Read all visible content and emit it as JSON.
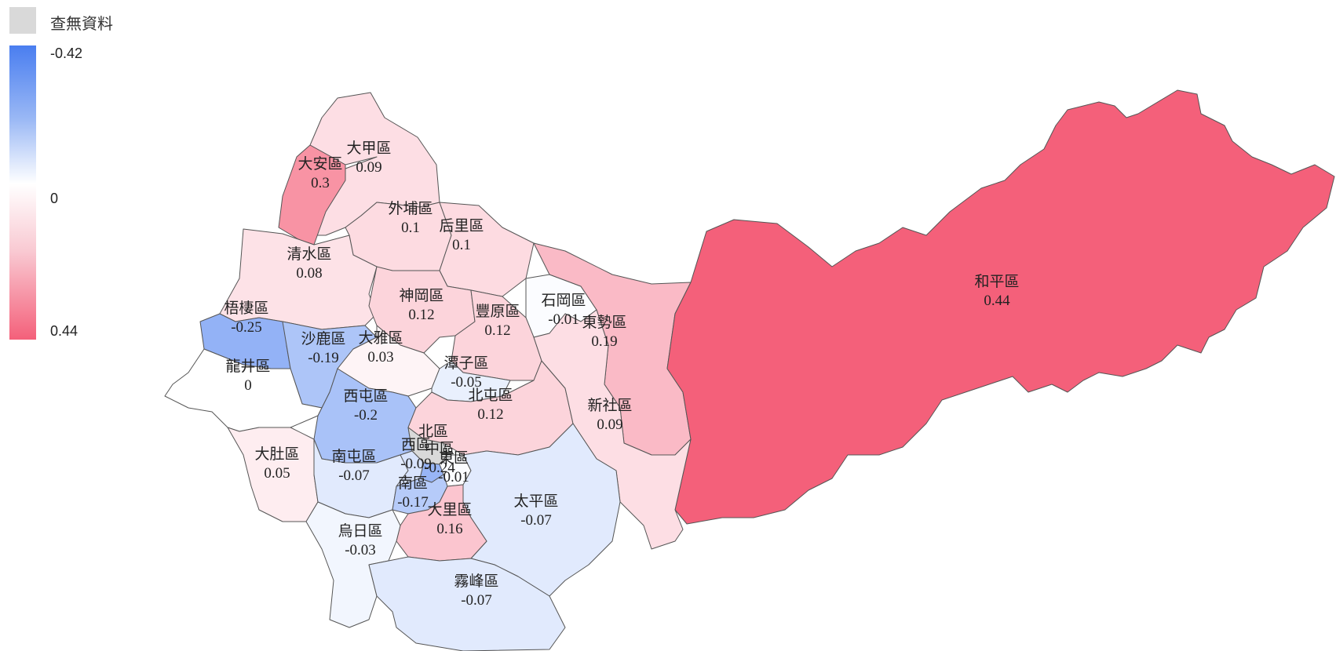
{
  "legend": {
    "no_data_label": "查無資料",
    "no_data_color": "#d9d9d9",
    "tick_min": "-0.42",
    "tick_mid": "0",
    "tick_max": "0.44",
    "color_min": "#4a7ef0",
    "color_mid": "#ffffff",
    "color_max": "#f4607a"
  },
  "districts": [
    {
      "name": "大甲區",
      "value": "0.09"
    },
    {
      "name": "大安區",
      "value": "0.3"
    },
    {
      "name": "外埔區",
      "value": "0.1"
    },
    {
      "name": "后里區",
      "value": "0.1"
    },
    {
      "name": "清水區",
      "value": "0.08"
    },
    {
      "name": "神岡區",
      "value": "0.12"
    },
    {
      "name": "石岡區",
      "value": "-0.01"
    },
    {
      "name": "東勢區",
      "value": "0.19"
    },
    {
      "name": "和平區",
      "value": "0.44"
    },
    {
      "name": "梧棲區",
      "value": "-0.25"
    },
    {
      "name": "沙鹿區",
      "value": "-0.19"
    },
    {
      "name": "大雅區",
      "value": "0.03"
    },
    {
      "name": "豐原區",
      "value": "0.12"
    },
    {
      "name": "潭子區",
      "value": "-0.05"
    },
    {
      "name": "龍井區",
      "value": "0"
    },
    {
      "name": "西屯區",
      "value": "-0.2"
    },
    {
      "name": "北屯區",
      "value": "0.12"
    },
    {
      "name": "新社區",
      "value": "0.09"
    },
    {
      "name": "大肚區",
      "value": "0.05"
    },
    {
      "name": "南屯區",
      "value": "-0.07"
    },
    {
      "name": "北區",
      "value": ""
    },
    {
      "name": "西區",
      "value": "-0.09"
    },
    {
      "name": "中區",
      "value": "-0.24"
    },
    {
      "name": "東區",
      "value": "-0.01"
    },
    {
      "name": "南區",
      "value": "-0.17"
    },
    {
      "name": "太平區",
      "value": "-0.07"
    },
    {
      "name": "大里區",
      "value": "0.16"
    },
    {
      "name": "烏日區",
      "value": "-0.03"
    },
    {
      "name": "霧峰區",
      "value": "-0.07"
    }
  ]
}
